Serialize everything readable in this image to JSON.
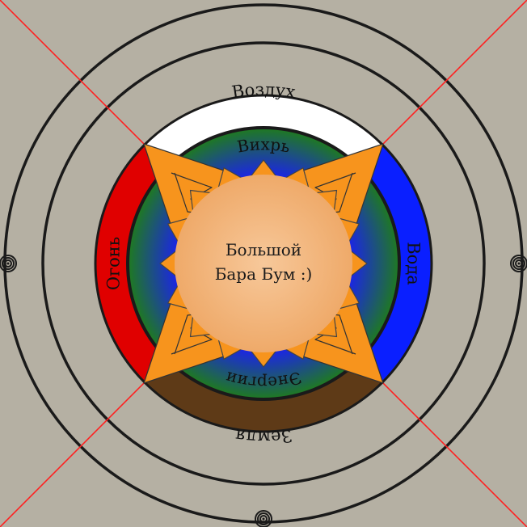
{
  "diagram": {
    "center": {
      "line1": "Большой",
      "line2": "Бара Бум :)"
    },
    "outer_ring": {
      "top": "Воздух",
      "right": "Вода",
      "bottom": "Земля",
      "left": "Огонь"
    },
    "inner_ring": {
      "top": "Вихрь",
      "bottom": "Энергии"
    }
  },
  "colors": {
    "background": "#b5b0a3",
    "air": "#ffffff",
    "water": "#0a1fff",
    "earth": "#5e3a17",
    "fire": "#e00000",
    "inner_ring_outer": "#1f7a1f",
    "inner_ring_inner": "#1a1aff",
    "star_points": "#f7941d",
    "sun_core": "#f2b37a",
    "diagonal_lines": "#ff2020",
    "orbit_lines": "#1a1a1a"
  },
  "icons": {
    "orbit_markers": "spiral-marker-icon"
  }
}
